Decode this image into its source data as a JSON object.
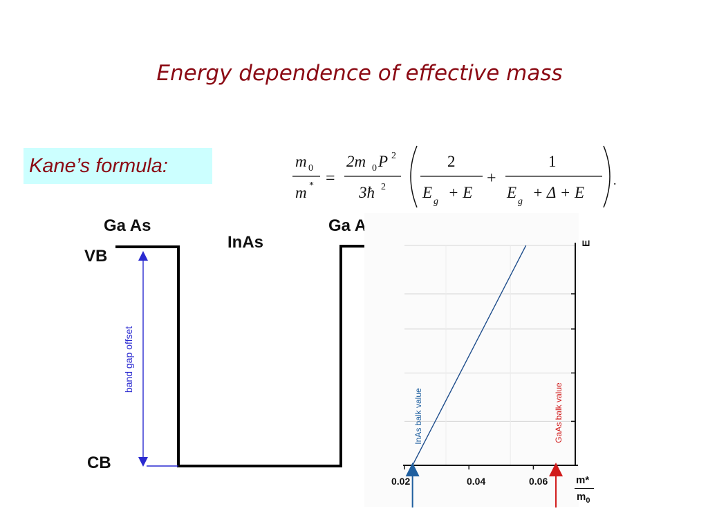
{
  "title": "Energy dependence of effective mass",
  "kane_label": "Kane’s formula:",
  "formula": {
    "lhs_num": "m",
    "lhs_num_sub": "0",
    "lhs_den": "m",
    "lhs_den_sup": "*",
    "equals": "=",
    "coef_num_a": "2m",
    "coef_num_sub": "0",
    "coef_num_b": "P",
    "coef_num_sup": "2",
    "coef_den_a": "3ħ",
    "coef_den_sup": "2",
    "t1_num": "2",
    "t1_den_a": "E",
    "t1_den_sub": "g",
    "t1_den_b": "+ E",
    "plus": "+",
    "t2_num": "1",
    "t2_den_a": "E",
    "t2_den_sub": "g",
    "t2_den_b": "+ Δ + E",
    "period": "."
  },
  "diagram": {
    "left_material": "Ga As",
    "middle_material": "InAs",
    "right_material": "Ga As",
    "vb_label": "VB",
    "cb_label": "CB",
    "band_gap_offset_label": "band gap offset",
    "line_color": "#000000",
    "arrow_color": "#2a2ad0"
  },
  "chart_data": {
    "type": "line",
    "x_ticks": [
      "0.02",
      "0.04",
      "0.06"
    ],
    "x_tick_values": [
      0.02,
      0.04,
      0.06
    ],
    "xlim": [
      0.02,
      0.073
    ],
    "ylim": [
      0,
      1
    ],
    "xlabel_num": "m*",
    "xlabel_den": "m",
    "xlabel_den_sub": "0",
    "ylabel": "E",
    "series": [
      {
        "values_x": [
          0.0225,
          0.0577
        ],
        "values_y": [
          0.0,
          1.0
        ],
        "color": "#1f4e8c"
      }
    ],
    "markers": [
      {
        "label": "InAs balk value",
        "x": 0.0225,
        "color": "#1f5f9f"
      },
      {
        "label": "GaAs balk value",
        "x": 0.067,
        "color": "#d01a1a"
      }
    ],
    "grid": true
  }
}
